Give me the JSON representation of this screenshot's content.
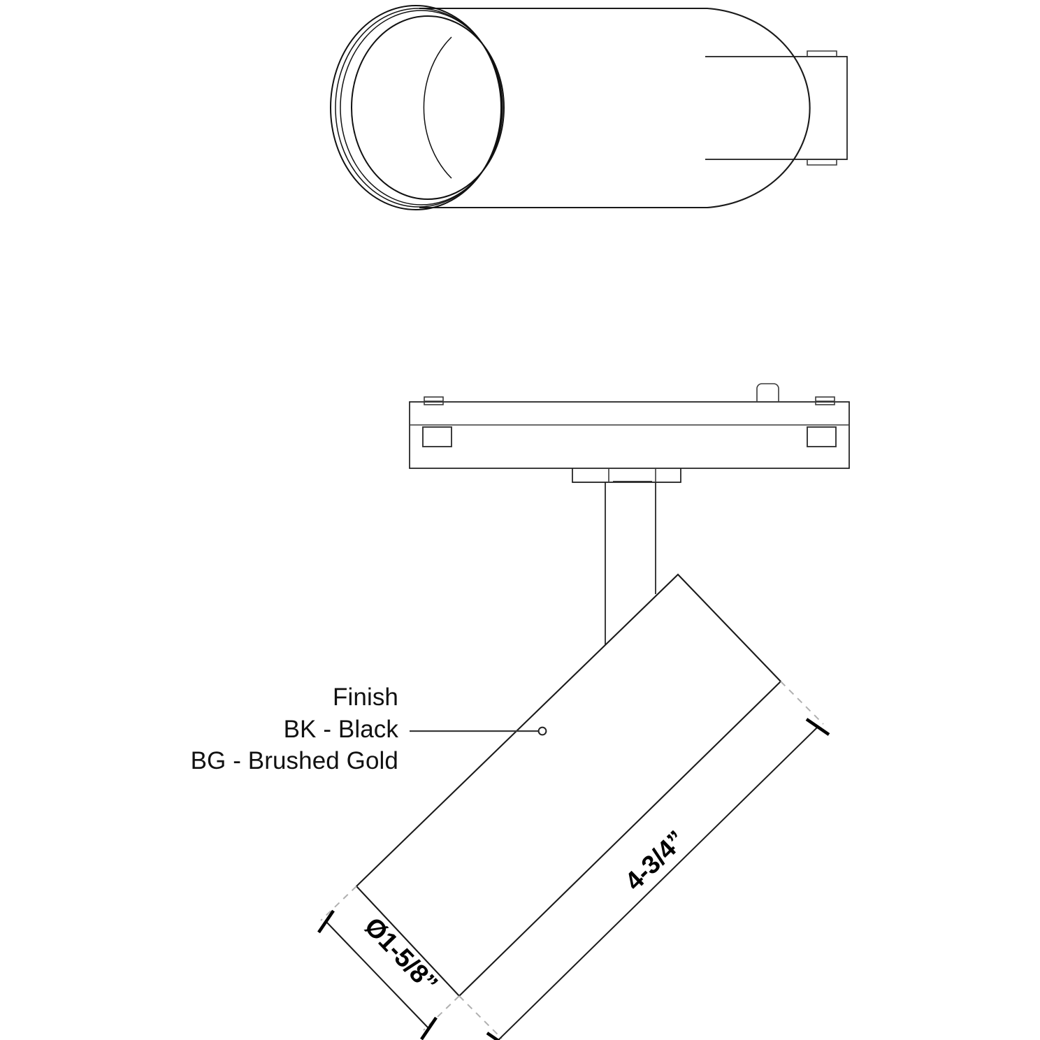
{
  "drawing": {
    "title": "Track Head Luminaire Dimensional Drawing",
    "background_color": "#ffffff",
    "line_color": "#1a1a1a",
    "extension_line_color": "#b0b0b0",
    "views": {
      "top_view": {
        "name": "Top / plan view — cylinder with aperture and track adapter"
      },
      "side_view": {
        "name": "Front elevation — track adapter, stem and angled cylinder"
      }
    }
  },
  "annotation": {
    "heading": "Finish",
    "options": [
      "BK - Black",
      "BG - Brushed Gold"
    ],
    "leader_target": "cylinder-housing-surface"
  },
  "dimensions": {
    "length": {
      "label": "4-3/4”",
      "value": "4-3/4",
      "unit": "inch",
      "applies_to": "cylinder-body-length"
    },
    "diameter": {
      "label": "Ø1-5/8”",
      "value": "1-5/8",
      "unit": "inch",
      "symbol": "Ø",
      "applies_to": "cylinder-body-diameter"
    }
  }
}
